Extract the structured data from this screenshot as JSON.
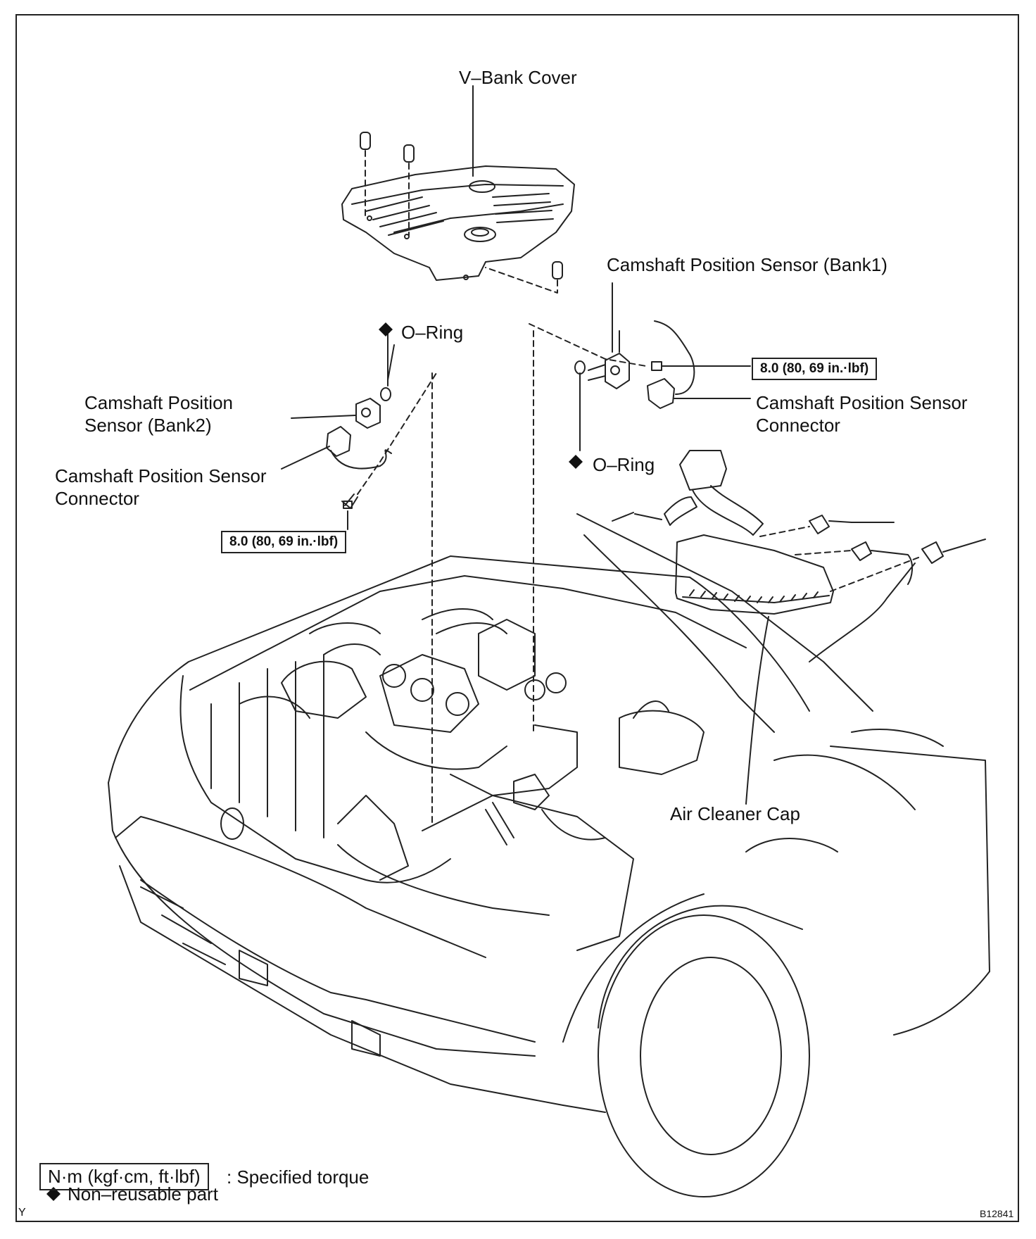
{
  "labels": {
    "v_bank_cover": "V–Bank Cover",
    "cam_sensor_bank1": "Camshaft Position Sensor (Bank1)",
    "o_ring_left": "O–Ring",
    "o_ring_right": "O–Ring",
    "cam_sensor_bank2": "Camshaft Position\nSensor (Bank2)",
    "cam_connector_left": "Camshaft Position Sensor\nConnector",
    "cam_connector_right": "Camshaft Position Sensor\nConnector",
    "air_cleaner_cap": "Air Cleaner Cap"
  },
  "torques": {
    "right": "8.0 (80, 69 in.·lbf)",
    "left": "8.0 (80, 69 in.·lbf)"
  },
  "legend": {
    "torque_unit": "N·m (kgf·cm, ft·lbf)",
    "torque_desc": ": Specified torque",
    "nonreusable_symbol": "◆",
    "nonreusable_desc": "Non–reusable part"
  },
  "corner_codes": {
    "bottom_left": "Y",
    "bottom_right": "B12841"
  },
  "icons": {
    "nonreusable": "diamond-icon"
  }
}
